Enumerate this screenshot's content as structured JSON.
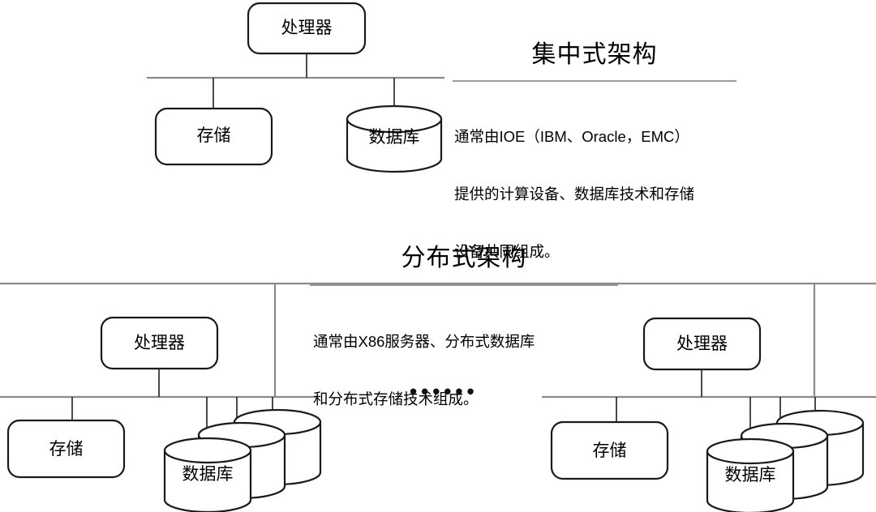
{
  "diagram": {
    "title_centralized": "集中式架构",
    "title_distributed": "分布式架构",
    "description_centralized_line1": "通常由IOE（IBM、Oracle，EMC）",
    "description_centralized_line2": "提供的计算设备、数据库技术和存储",
    "description_centralized_line3": "设备共同组成。",
    "description_distributed_line1": "通常由X86服务器、分布式数据库",
    "description_distributed_line2": "和分布式存储技术组成。",
    "ellipsis": "••••••",
    "colors": {
      "stroke": "#1a1a1a",
      "bus": "#808080",
      "text": "#000000",
      "background": "#ffffff",
      "rule": "#9a9a9a"
    }
  },
  "centralized": {
    "processor": "处理器",
    "storage": "存储",
    "database": "数据库"
  },
  "distributed_left": {
    "processor": "处理器",
    "storage": "存储",
    "database": "数据库"
  },
  "distributed_right": {
    "processor": "处理器",
    "storage": "存储",
    "database": "数据库"
  }
}
